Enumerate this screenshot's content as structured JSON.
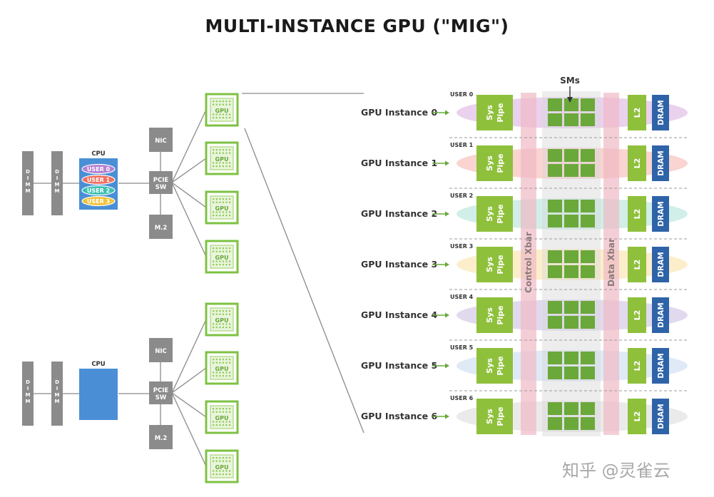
{
  "title": "MULTI-INSTANCE GPU (\"MIG\")",
  "watermark": "知乎 @灵雀云",
  "host_top": {
    "dimm_label": "DIMM",
    "cpu_label": "CPU",
    "users": [
      {
        "label": "USER 0",
        "color": "#b57fd1"
      },
      {
        "label": "USER 1",
        "color": "#f07060"
      },
      {
        "label": "USER 2",
        "color": "#3cc0b0"
      },
      {
        "label": "USER 3",
        "color": "#f2c23c"
      }
    ],
    "nic_label": "NIC",
    "pcie_label_1": "PCIE",
    "pcie_label_2": "SW",
    "m2_label": "M.2",
    "gpu_label": "GPU"
  },
  "host_bottom": {
    "dimm_label": "DIMM",
    "cpu_label": "CPU",
    "nic_label": "NIC",
    "pcie_label_1": "PCIE",
    "pcie_label_2": "SW",
    "m2_label": "M.2",
    "gpu_label": "GPU"
  },
  "mig": {
    "sms_label": "SMs",
    "control_xbar": "Control Xbar",
    "data_xbar": "Data Xbar",
    "syspipe_line1": "Sys",
    "syspipe_line2": "Pipe",
    "l2_label": "L2",
    "dram_label": "DRAM",
    "instances": [
      {
        "name": "GPU Instance 0",
        "user": "USER 0",
        "tint": "#e6c9ea"
      },
      {
        "name": "GPU Instance 1",
        "user": "USER 1",
        "tint": "#f8cdc8"
      },
      {
        "name": "GPU Instance 2",
        "user": "USER 2",
        "tint": "#c9ebe4"
      },
      {
        "name": "GPU Instance 3",
        "user": "USER 3",
        "tint": "#fbebc2"
      },
      {
        "name": "GPU Instance 4",
        "user": "USER 4",
        "tint": "#dcd3ec"
      },
      {
        "name": "GPU Instance 5",
        "user": "USER 5",
        "tint": "#d9e6f4"
      },
      {
        "name": "GPU Instance 6",
        "user": "USER 6",
        "tint": "#e6e6e6"
      }
    ]
  },
  "colors": {
    "gray_box": "#8b8b8b",
    "cpu_blue": "#4a8fd6",
    "gpu_green": "#7dc242",
    "syspipe_green": "#8fc03c",
    "sm_green": "#6ba83a",
    "dram_blue": "#2f63a8",
    "xbar_pink": "#efb9c4"
  }
}
